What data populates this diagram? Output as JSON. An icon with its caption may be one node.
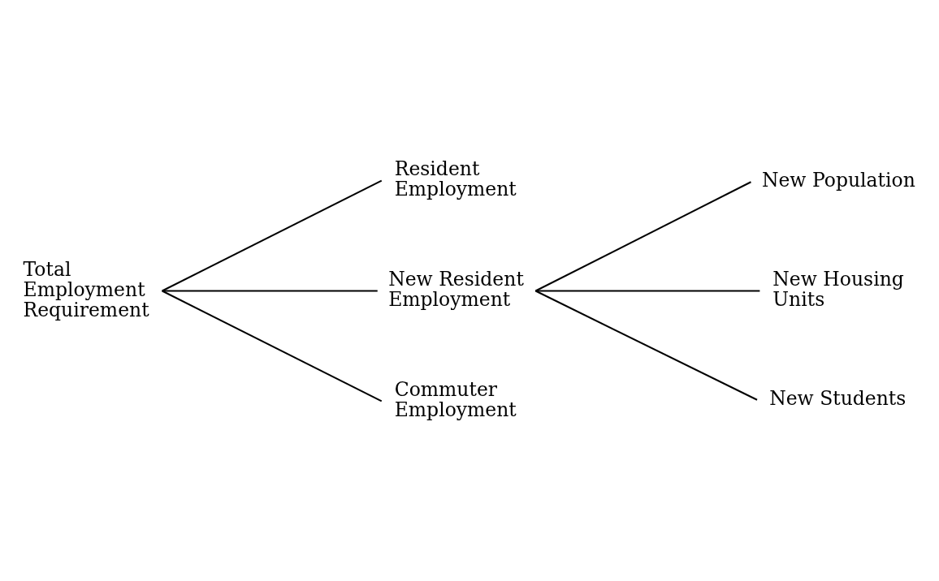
{
  "diagram": {
    "nodes": [
      {
        "text": [
          "Total Employment Requirement"
        ]
      },
      {
        "text": [
          "Resident Employment"
        ]
      },
      {
        "text": [
          "New Resident Employment"
        ]
      },
      {
        "text": [
          "Commuter Employment"
        ]
      },
      {
        "text": [
          "New Population"
        ]
      },
      {
        "text": [
          "New Housing Units"
        ]
      },
      {
        "text": [
          "New Students"
        ]
      }
    ],
    "edges": [
      {
        "from": 0,
        "to": 1,
        "arrow": "none"
      },
      {
        "from": 0,
        "to": 2,
        "arrow": "none"
      },
      {
        "from": 0,
        "to": 3,
        "arrow": "none"
      },
      {
        "from": 2,
        "to": 4,
        "arrow": "none"
      },
      {
        "from": 2,
        "to": 5,
        "arrow": "none"
      },
      {
        "from": 2,
        "to": 6,
        "arrow": "none"
      }
    ]
  }
}
